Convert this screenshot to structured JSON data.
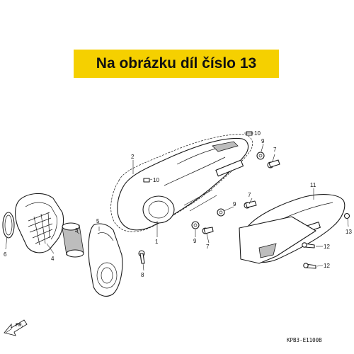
{
  "banner": {
    "text": "Na obrázku díl číslo 13"
  },
  "callouts": [
    "1",
    "2",
    "3",
    "4",
    "5",
    "6",
    "7",
    "7",
    "7",
    "8",
    "9",
    "9",
    "9",
    "10",
    "10",
    "11",
    "12",
    "12",
    "13"
  ],
  "direction_label": "FR.",
  "diagram_code": "KPB3-E1100B",
  "colors": {
    "banner_bg": "#f5d000",
    "line": "#1a1a1a",
    "shade": "#bdbdbd"
  }
}
